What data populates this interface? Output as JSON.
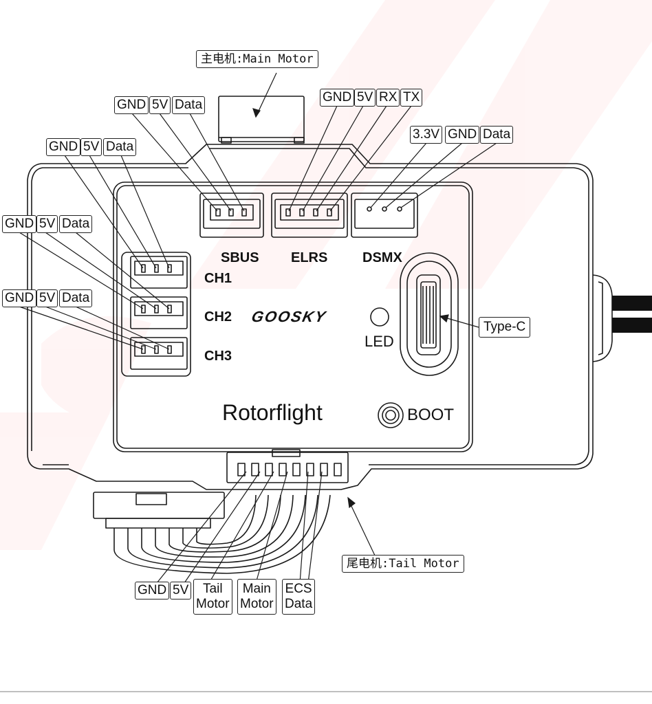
{
  "labels": {
    "main_motor": "主电机:Main Motor",
    "tail_motor": "尾电机:Tail Motor",
    "sbus_pins": [
      "GND",
      "5V",
      "Data"
    ],
    "elrs_pins": [
      "GND",
      "5V",
      "RX",
      "TX"
    ],
    "dsmx_pins": [
      "3.3V",
      "GND",
      "Data"
    ],
    "ch1_pins": [
      "GND",
      "5V",
      "Data"
    ],
    "ch2_pins": [
      "GND",
      "5V",
      "Data"
    ],
    "ch3_pins": [
      "GND",
      "5V",
      "Data"
    ],
    "bottom_gnd": "GND",
    "bottom_5v": "5V",
    "bottom_tail_motor": [
      "Tail",
      "Motor"
    ],
    "bottom_main_motor": [
      "Main",
      "Motor"
    ],
    "bottom_ecs_data": [
      "ECS",
      "Data"
    ],
    "type_c": "Type-C"
  },
  "board": {
    "sbus": "SBUS",
    "elrs": "ELRS",
    "dsmx": "DSMX",
    "ch1": "CH1",
    "ch2": "CH2",
    "ch3": "CH3",
    "logo": "GOOSKY",
    "led": "LED",
    "title": "Rotorflight",
    "boot": "BOOT"
  },
  "colors": {
    "line": "#1a1a1a",
    "watermark": "#ff2020"
  }
}
